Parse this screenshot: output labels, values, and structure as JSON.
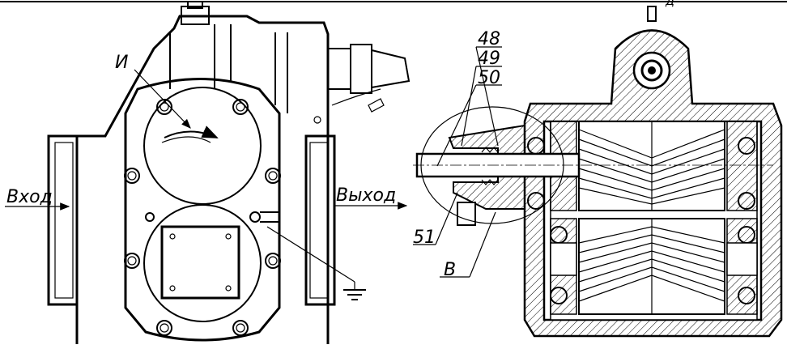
{
  "diagram": {
    "labels": {
      "input": "Вход",
      "output": "Выход",
      "view_mark_i": "И",
      "view_mark_v": "В",
      "part_48": "48",
      "part_49": "49",
      "part_50": "50",
      "part_51": "51",
      "top_partial_char": "д"
    },
    "colors": {
      "line": "#000000",
      "hatch": "#000000",
      "background": "#ffffff"
    }
  }
}
